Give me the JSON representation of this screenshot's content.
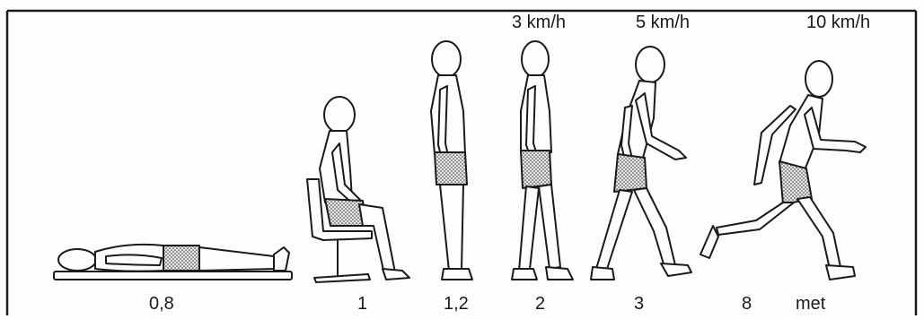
{
  "speed_labels": {
    "walk_slow": "3 km/h",
    "walk_fast": "5 km/h",
    "run": "10 km/h"
  },
  "met_values": {
    "lying": "0,8",
    "sitting": "1",
    "standing": "1,2",
    "walk_slow": "2",
    "walk_fast": "3",
    "run": "8",
    "unit": "met"
  },
  "colors": {
    "ink": "#1a1a1a",
    "paper": "#fdfdfb",
    "shorts_fill": "#bdbdbd"
  }
}
